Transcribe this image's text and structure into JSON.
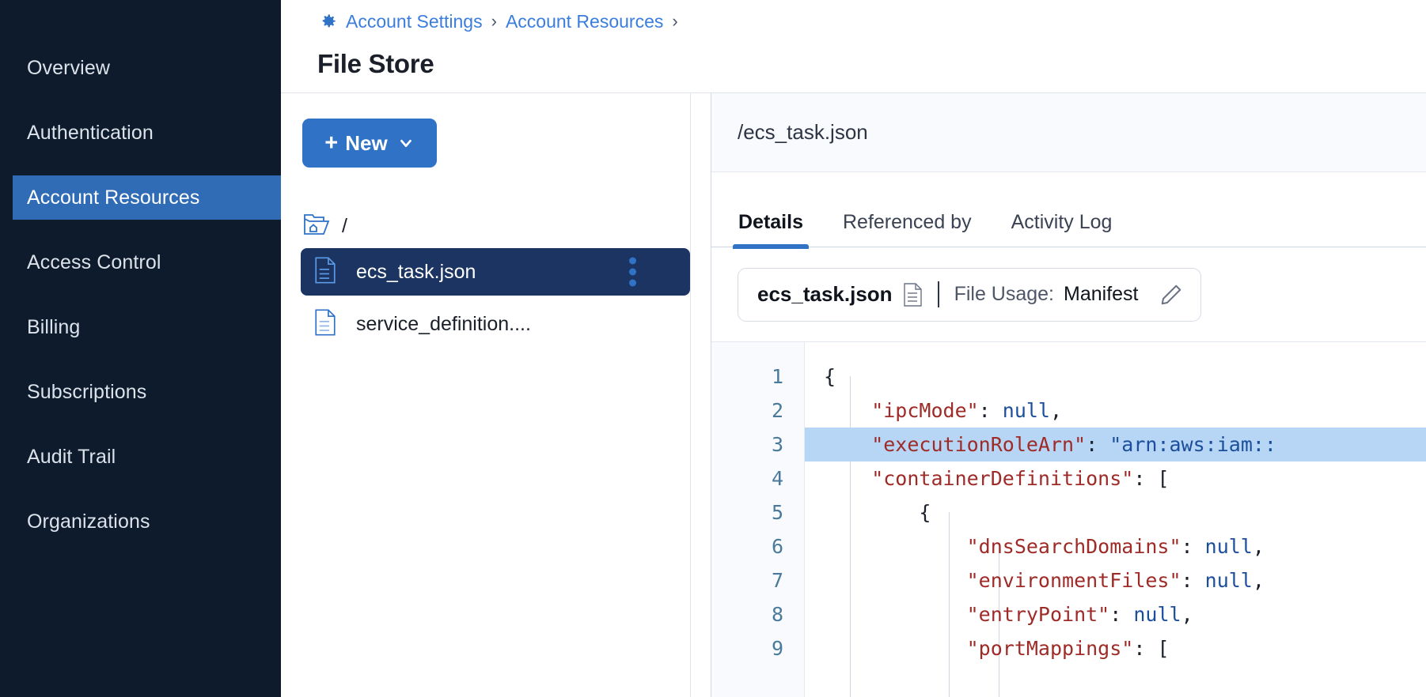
{
  "sidebar": {
    "items": [
      {
        "label": "Overview",
        "active": false
      },
      {
        "label": "Authentication",
        "active": false
      },
      {
        "label": "Account Resources",
        "active": true
      },
      {
        "label": "Access Control",
        "active": false
      },
      {
        "label": "Billing",
        "active": false
      },
      {
        "label": "Subscriptions",
        "active": false
      },
      {
        "label": "Audit Trail",
        "active": false
      },
      {
        "label": "Organizations",
        "active": false
      }
    ]
  },
  "header": {
    "breadcrumb": [
      "Account Settings",
      "Account Resources"
    ],
    "separator": "›",
    "title": "File Store",
    "gear_icon": "gear-icon"
  },
  "tree_pane": {
    "new_button": {
      "plus": "+",
      "label": "New",
      "chevron": "chevron-down-icon"
    },
    "root": {
      "icon": "home-folder-icon",
      "label": "/"
    },
    "files": [
      {
        "name": "ecs_task.json",
        "icon": "file-icon",
        "selected": true,
        "menu": "kebab-menu-icon"
      },
      {
        "name": "service_definition....",
        "icon": "file-icon",
        "selected": false
      }
    ]
  },
  "detail": {
    "path": "/ecs_task.json",
    "tabs": [
      {
        "label": "Details",
        "active": true
      },
      {
        "label": "Referenced by",
        "active": false
      },
      {
        "label": "Activity Log",
        "active": false
      }
    ],
    "info_card": {
      "file_name": "ecs_task.json",
      "doc_icon": "document-icon",
      "usage_label": "File Usage:",
      "usage_value": "Manifest",
      "edit_icon": "pencil-icon"
    },
    "editor": {
      "line_numbers": [
        "1",
        "2",
        "3",
        "4",
        "5",
        "6",
        "7",
        "8",
        "9"
      ],
      "highlighted_line": 3,
      "lines": [
        [
          {
            "t": "{",
            "c": "p"
          }
        ],
        [
          {
            "t": "    \"ipcMode\"",
            "c": "k"
          },
          {
            "t": ": ",
            "c": "p"
          },
          {
            "t": "null",
            "c": "v"
          },
          {
            "t": ",",
            "c": "p"
          }
        ],
        [
          {
            "t": "    \"executionRoleArn\"",
            "c": "k"
          },
          {
            "t": ": ",
            "c": "p"
          },
          {
            "t": "\"arn:aws:iam::",
            "c": "v"
          }
        ],
        [
          {
            "t": "    \"containerDefinitions\"",
            "c": "k"
          },
          {
            "t": ": [",
            "c": "p"
          }
        ],
        [
          {
            "t": "        {",
            "c": "p"
          }
        ],
        [
          {
            "t": "            \"dnsSearchDomains\"",
            "c": "k"
          },
          {
            "t": ": ",
            "c": "p"
          },
          {
            "t": "null",
            "c": "v"
          },
          {
            "t": ",",
            "c": "p"
          }
        ],
        [
          {
            "t": "            \"environmentFiles\"",
            "c": "k"
          },
          {
            "t": ": ",
            "c": "p"
          },
          {
            "t": "null",
            "c": "v"
          },
          {
            "t": ",",
            "c": "p"
          }
        ],
        [
          {
            "t": "            \"entryPoint\"",
            "c": "k"
          },
          {
            "t": ": ",
            "c": "p"
          },
          {
            "t": "null",
            "c": "v"
          },
          {
            "t": ",",
            "c": "p"
          }
        ],
        [
          {
            "t": "            \"portMappings\"",
            "c": "k"
          },
          {
            "t": ": [",
            "c": "p"
          }
        ]
      ]
    }
  },
  "colors": {
    "sidebar_bg": "#0e1b2c",
    "accent_blue": "#2f72c6",
    "selected_row": "#1b3461",
    "link_blue": "#3b7ddd",
    "code_key": "#9e2b27",
    "code_value": "#1b4f9c",
    "highlight": "#b7d5f5"
  }
}
